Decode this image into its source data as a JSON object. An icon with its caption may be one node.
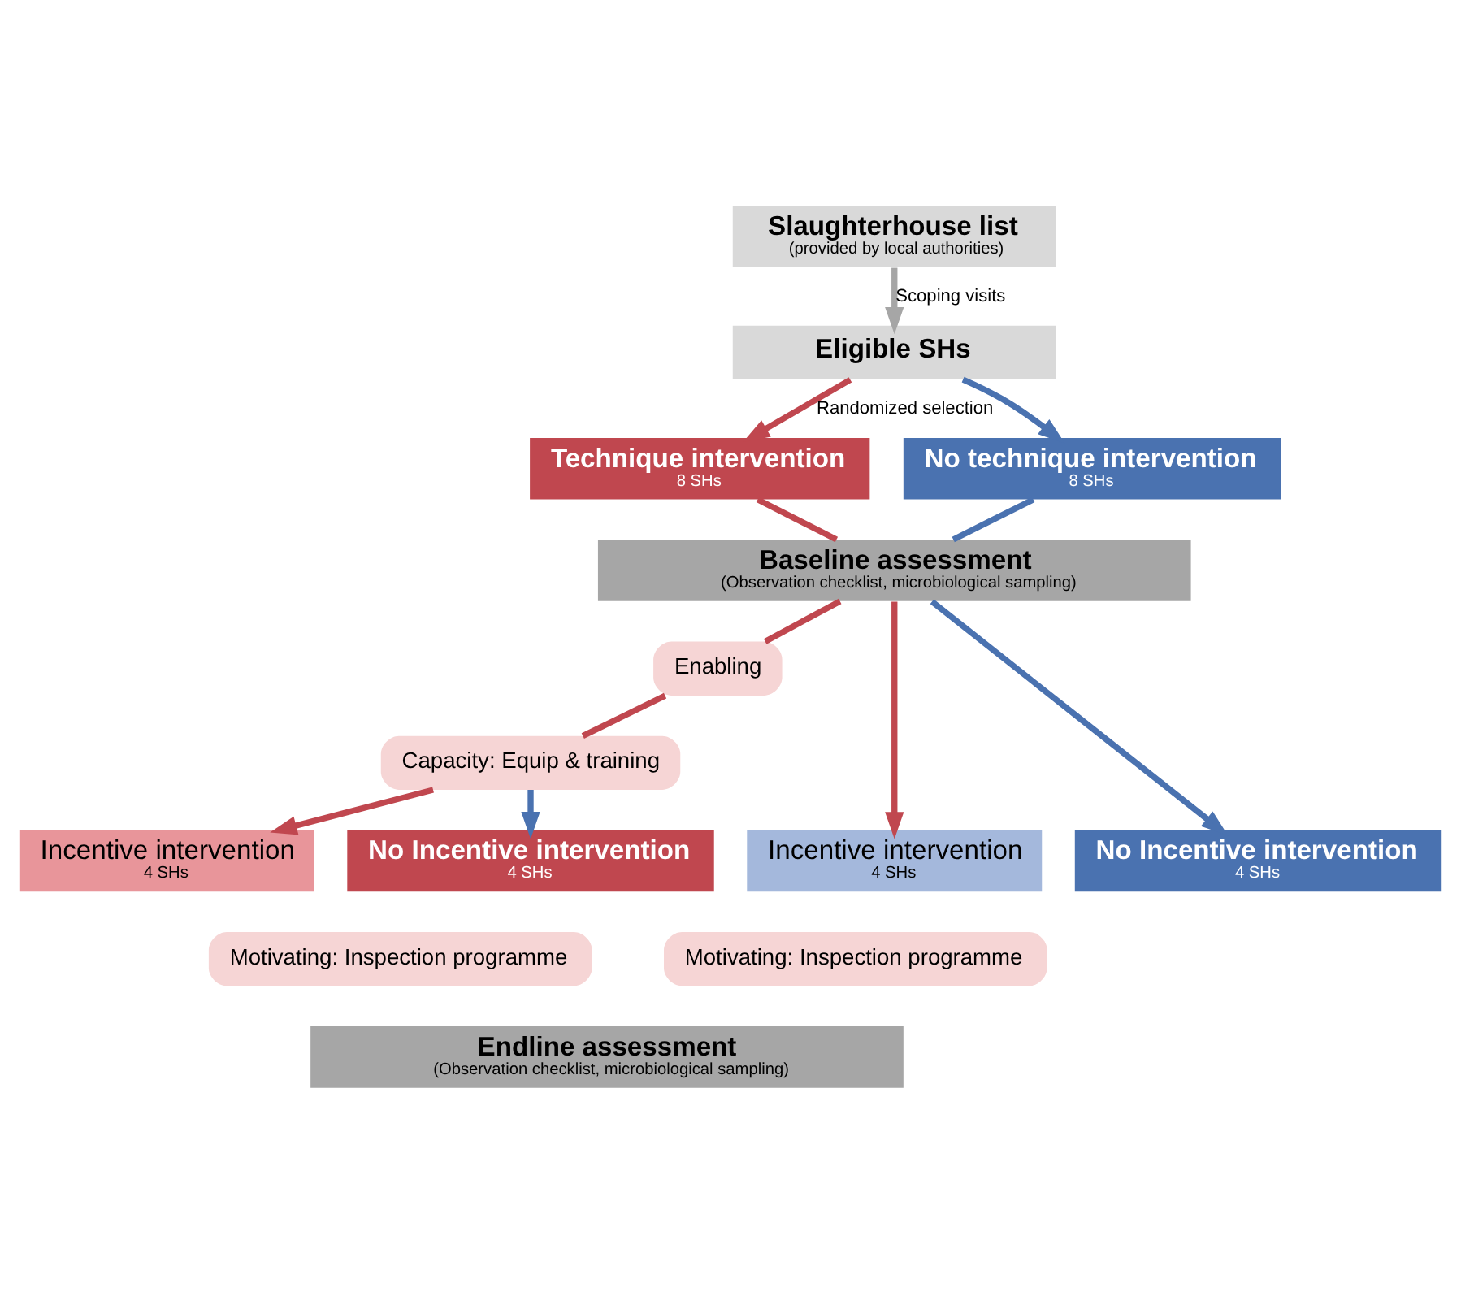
{
  "diagram": {
    "nodes": [
      {
        "text": [
          "Slaughterhouse list",
          "(provided by local authorities)"
        ]
      },
      {
        "text": [
          "Eligible SHs"
        ]
      },
      {
        "text": [
          "Technique intervention",
          "8 SHs"
        ]
      },
      {
        "text": [
          "No technique intervention",
          "8 SHs"
        ]
      },
      {
        "text": [
          "Baseline assessment",
          "(Observation checklist, microbiological sampling)"
        ]
      },
      {
        "text": [
          "Enabling"
        ]
      },
      {
        "text": [
          "Capacity: Equip & training"
        ]
      },
      {
        "text": [
          "Incentive intervention",
          "4 SHs"
        ]
      },
      {
        "text": [
          "No Incentive intervention",
          "4 SHs"
        ]
      },
      {
        "text": [
          "Incentive intervention",
          "4 SHs"
        ]
      },
      {
        "text": [
          "No Incentive intervention",
          "4 SHs"
        ]
      },
      {
        "text": [
          "Motivating: Inspection programme"
        ]
      },
      {
        "text": [
          "Motivating: Inspection programme"
        ]
      },
      {
        "text": [
          "Endline assessment",
          "(Observation checklist, microbiological sampling)"
        ]
      }
    ],
    "edges": [
      {
        "from": 0,
        "to": 1,
        "arrow": "to",
        "label": "Scoping visits",
        "color": "#a6a6a6"
      },
      {
        "from": 1,
        "to": 2,
        "arrow": "to",
        "label": "Randomized selection",
        "color": "#c0474f"
      },
      {
        "from": 1,
        "to": 3,
        "arrow": "to",
        "color": "#4a72b0"
      },
      {
        "from": 2,
        "to": 4,
        "arrow": "none",
        "color": "#c0474f"
      },
      {
        "from": 3,
        "to": 4,
        "arrow": "none",
        "color": "#4a72b0"
      },
      {
        "from": 4,
        "to": 5,
        "arrow": "none",
        "color": "#c0474f"
      },
      {
        "from": 5,
        "to": 6,
        "arrow": "none",
        "color": "#c0474f"
      },
      {
        "from": 6,
        "to": 7,
        "arrow": "to",
        "color": "#c0474f"
      },
      {
        "from": 6,
        "to": 8,
        "arrow": "to",
        "color": "#4a72b0"
      },
      {
        "from": 4,
        "to": 9,
        "arrow": "to",
        "color": "#c0474f"
      },
      {
        "from": 4,
        "to": 10,
        "arrow": "to",
        "color": "#4a72b0"
      }
    ]
  }
}
